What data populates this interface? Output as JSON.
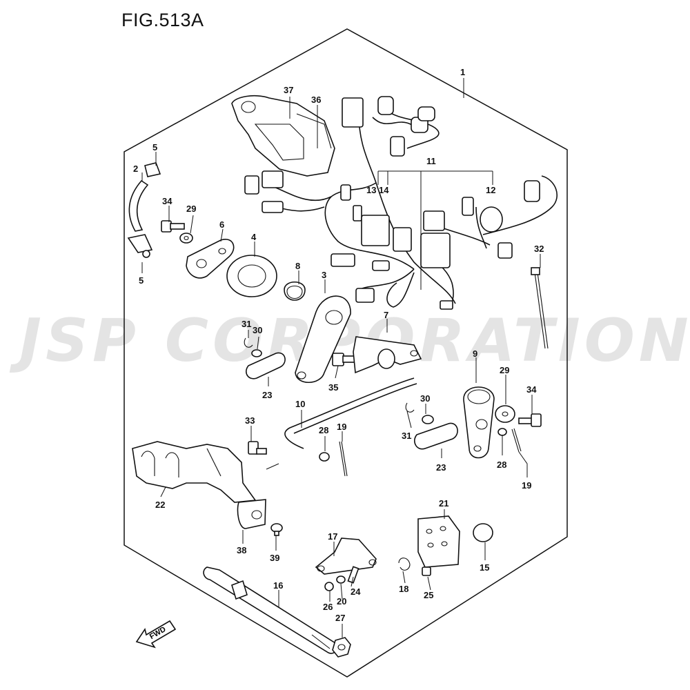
{
  "figure": {
    "title": "FIG.513A",
    "watermark": "JSP CORPORATION",
    "fwd_label": "FWD"
  },
  "callouts": {
    "p1": "1",
    "p2": "2",
    "p3": "3",
    "p4": "4",
    "p5a": "5",
    "p5b": "5",
    "p6": "6",
    "p7": "7",
    "p8": "8",
    "p9": "9",
    "p10": "10",
    "p11": "11",
    "p12": "12",
    "p13": "13",
    "p14": "14",
    "p15": "15",
    "p16": "16",
    "p17": "17",
    "p18": "18",
    "p19a": "19",
    "p19b": "19",
    "p20": "20",
    "p21": "21",
    "p22": "22",
    "p23a": "23",
    "p23b": "23",
    "p24": "24",
    "p25": "25",
    "p26": "26",
    "p27": "27",
    "p28a": "28",
    "p28b": "28",
    "p29a": "29",
    "p29b": "29",
    "p30a": "30",
    "p30b": "30",
    "p31a": "31",
    "p31b": "31",
    "p32": "32",
    "p33": "33",
    "p34a": "34",
    "p34b": "34",
    "p35": "35",
    "p36": "36",
    "p37": "37",
    "p38": "38",
    "p39": "39"
  }
}
